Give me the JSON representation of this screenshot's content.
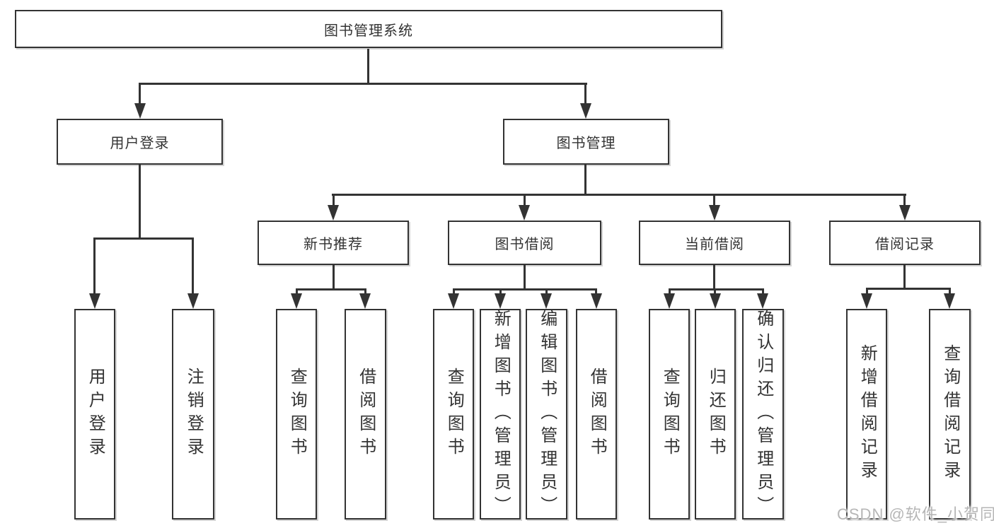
{
  "tree": {
    "root": {
      "label": "图书管理系统"
    },
    "branches": [
      {
        "label": "用户登录",
        "leaves": [
          "用户登录",
          "注销登录"
        ]
      },
      {
        "label": "图书管理",
        "children": [
          {
            "label": "新书推荐",
            "leaves": [
              "查询图书",
              "借阅图书"
            ]
          },
          {
            "label": "图书借阅",
            "leaves": [
              "查询图书",
              "新增图书（管理员）",
              "编辑图书（管理员）",
              "借阅图书"
            ]
          },
          {
            "label": "当前借阅",
            "leaves": [
              "查询图书",
              "归还图书",
              "确认归还（管理员）"
            ]
          },
          {
            "label": "借阅记录",
            "leaves": [
              "新增借阅记录",
              "查询借阅记录"
            ]
          }
        ]
      }
    ]
  },
  "watermark": {
    "text": "CSDN @软件_小贺同学",
    "color": "#b6b6b6"
  },
  "colors": {
    "line": "#333333",
    "text": "#333333",
    "background": "#ffffff"
  }
}
